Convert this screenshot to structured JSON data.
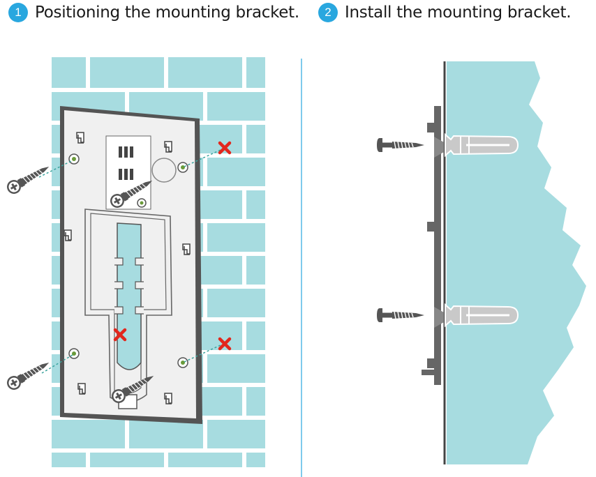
{
  "colors": {
    "accent": "#29a7df",
    "brick": "#a7dce0",
    "mortar": "#ffffff",
    "bracket_edge": "#545454",
    "bracket_face": "#f0f0f0",
    "anchor": "#c9c9c9",
    "screw": "#555555",
    "cross": "#e2271d"
  },
  "steps": [
    {
      "number": "1",
      "title": "Positioning the mounting bracket."
    },
    {
      "number": "2",
      "title": "Install the mounting bracket."
    }
  ],
  "icons": {
    "wrong_mark": "red-cross-icon",
    "screw": "phillips-screw-icon"
  }
}
